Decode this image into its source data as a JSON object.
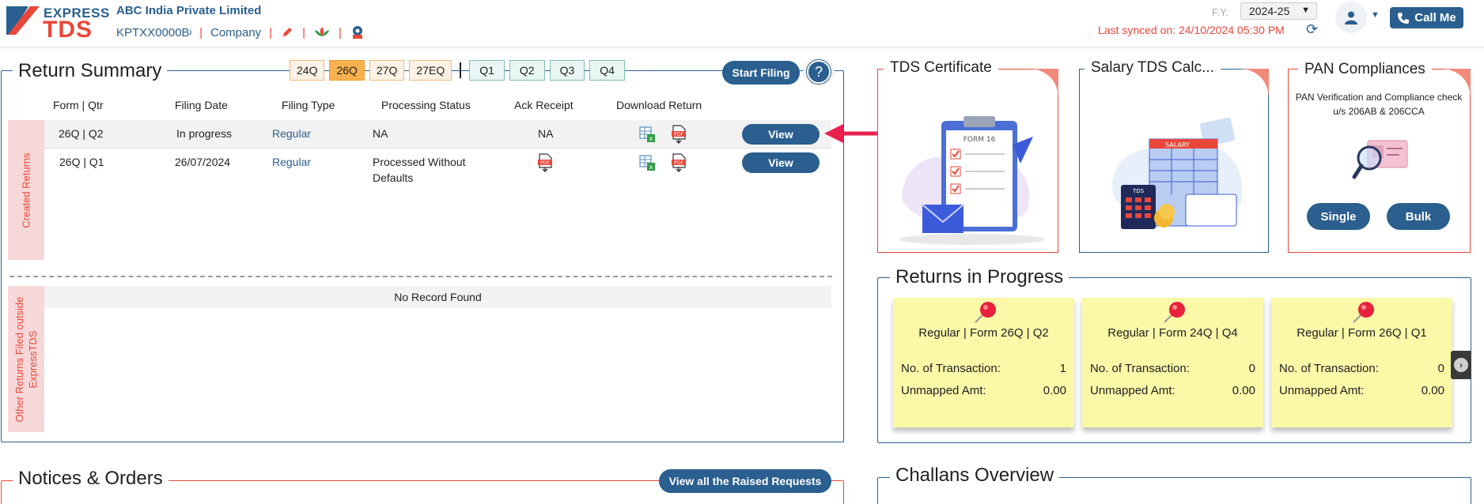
{
  "header": {
    "logo_top": "EXPRESS",
    "logo_bottom": "TDS",
    "company_name": "ABC India Private Limited",
    "tan": "KPTXX0000B",
    "tan_info": "i",
    "entity_type": "Company",
    "fy_label": "F.Y.",
    "fy_value": "2024-25",
    "last_synced": "Last synced on: 24/10/2024 05:30 PM",
    "call_me": "Call Me"
  },
  "return_summary": {
    "title": "Return Summary",
    "form_tabs": [
      {
        "label": "24Q",
        "active": false
      },
      {
        "label": "26Q",
        "active": true
      },
      {
        "label": "27Q",
        "active": false
      },
      {
        "label": "27EQ",
        "active": false
      }
    ],
    "quarter_tabs": [
      "Q1",
      "Q2",
      "Q3",
      "Q4"
    ],
    "start_filing": "Start Filing",
    "help": "?",
    "columns": [
      "Form | Qtr",
      "Filing Date",
      "Filing Type",
      "Processing Status",
      "Ack Receipt",
      "Download Return"
    ],
    "created_label": "Created Returns",
    "rows": [
      {
        "form_qtr": "26Q | Q2",
        "filing_date": "In progress",
        "filing_type": "Regular",
        "status": "NA",
        "ack": "NA",
        "view": "View"
      },
      {
        "form_qtr": "26Q | Q1",
        "filing_date": "26/07/2024",
        "filing_type": "Regular",
        "status_line1": "Processed Without",
        "status_line2": "Defaults",
        "view": "View"
      }
    ],
    "other_label_line1": "Other Returns Filed outside",
    "other_label_line2": "ExpressTDS",
    "no_record": "No Record Found"
  },
  "tds_certificate": {
    "title": "TDS Certificate",
    "form_label": "FORM 16"
  },
  "salary_calc": {
    "title": "Salary TDS Calc...",
    "salary_label": "SALARY",
    "tds_label": "TDS"
  },
  "pan_compliances": {
    "title": "PAN Compliances",
    "description": "PAN Verification and Compliance check u/s 206AB & 206CCA",
    "single": "Single",
    "bulk": "Bulk"
  },
  "returns_in_progress": {
    "title": "Returns in Progress",
    "cards": [
      {
        "title": "Regular | Form 26Q | Q2",
        "txn_label": "No. of Transaction:",
        "txn": "1",
        "amt_label": "Unmapped Amt:",
        "amt": "0.00"
      },
      {
        "title": "Regular | Form 24Q | Q4",
        "txn_label": "No. of Transaction:",
        "txn": "0",
        "amt_label": "Unmapped Amt:",
        "amt": "0.00"
      },
      {
        "title": "Regular | Form 26Q | Q1",
        "txn_label": "No. of Transaction:",
        "txn": "0",
        "amt_label": "Unmapped Amt:",
        "amt": "0.00"
      }
    ]
  },
  "notices": {
    "title": "Notices & Orders",
    "view_all": "View all the Raised Requests"
  },
  "challans": {
    "title": "Challans Overview"
  },
  "colors": {
    "primary": "#2a5f8f",
    "accent": "#e9473a",
    "form_tab_active": "#f7b24f",
    "note_yellow": "#fbf8a8"
  }
}
